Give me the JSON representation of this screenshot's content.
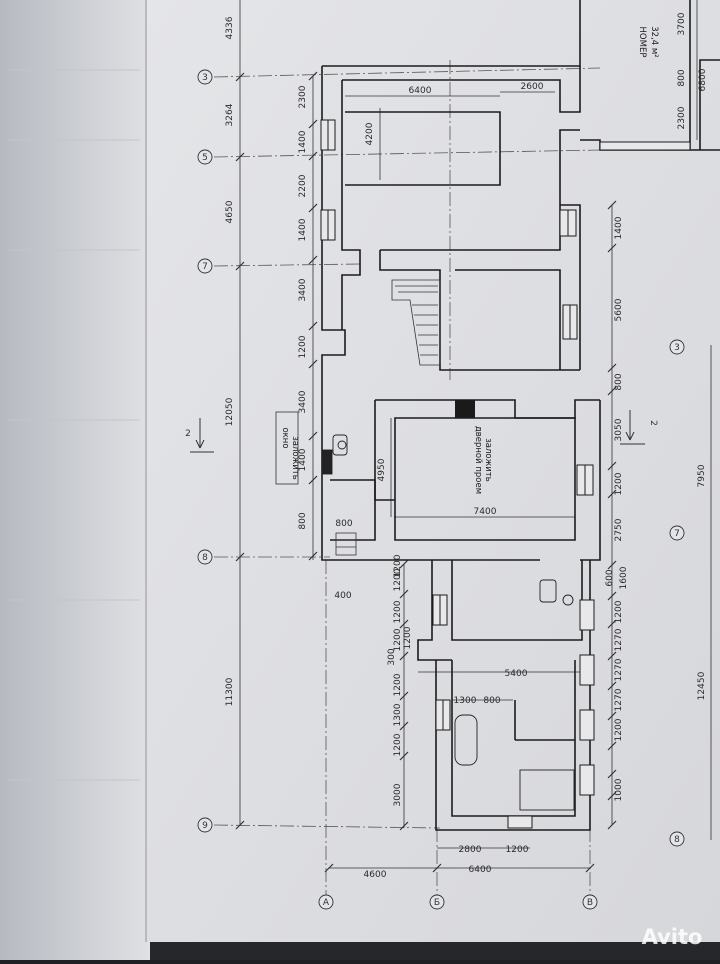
{
  "drawing": {
    "axes_rows": [
      "3",
      "5",
      "7",
      "8",
      "9"
    ],
    "axes_rows_right": [
      "3",
      "7",
      "8"
    ],
    "axes_cols": [
      "А",
      "Б",
      "В"
    ],
    "left_chain": [
      "4336",
      "3264",
      "4650",
      "12050",
      "11300"
    ],
    "second_chain": [
      "2300",
      "1400",
      "2200",
      "1400",
      "3400",
      "1200",
      "3400",
      "1400",
      "800",
      "1200",
      "1200",
      "1200",
      "300",
      "1200",
      "1300",
      "1200",
      "3000"
    ],
    "top_dims": [
      "6400",
      "2600",
      "4200"
    ],
    "right_chain": [
      "1400",
      "5600",
      "800",
      "3050",
      "1200",
      "2750",
      "600",
      "1600",
      "1200",
      "1270",
      "1270",
      "1270",
      "1200",
      "1000"
    ],
    "right_far": [
      "3700",
      "6800",
      "800",
      "2300"
    ],
    "right_lower": [
      "7950",
      "12450"
    ],
    "hall_dims": [
      "4950",
      "7400"
    ],
    "lower_dims": [
      "5400",
      "1300",
      "800",
      "2800",
      "1200",
      "6400",
      "4600",
      "400",
      "800"
    ],
    "overlap_dims": [
      "1200",
      "1200"
    ],
    "annotations": {
      "room_label_line1": "НОМЕР",
      "room_label_line2": "32,4 м²",
      "window_note_1": "окно",
      "window_note_2": "заложить",
      "opening_note_1": "заложить",
      "opening_note_2": "дверной проем",
      "section_mark": "2",
      "watermark": "Avito"
    }
  }
}
